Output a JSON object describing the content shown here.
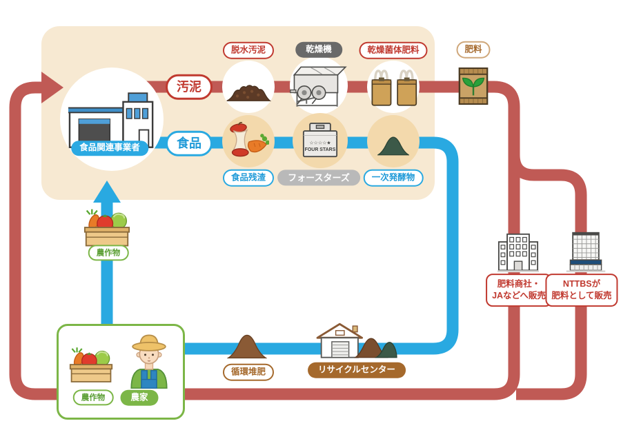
{
  "factory": {
    "label": "食品関連事業者"
  },
  "flows": {
    "sludge_label": "汚泥",
    "food_label": "食品"
  },
  "sludge_row": {
    "dewatered_sludge": "脱水汚泥",
    "dryer": "乾燥機",
    "dried_microbial_fertilizer": "乾燥菌体肥料",
    "fertilizer": "肥料"
  },
  "food_row": {
    "food_residue": "食品残渣",
    "four_stars": "フォースターズ",
    "primary_fermented": "一次発酵物"
  },
  "four_stars_machine": {
    "stars": "☆☆☆☆★",
    "name": "FOUR STARS"
  },
  "crops_top": {
    "label": "農作物"
  },
  "sales": {
    "trader": {
      "line1": "肥料商社・",
      "line2": "JAなどへ販売"
    },
    "nttbs": {
      "line1": "NTTBSが",
      "line2": "肥料として販売"
    }
  },
  "bottom_row": {
    "compost": "循環堆肥",
    "recycle_center": "リサイクルセンター"
  },
  "farm": {
    "crops_label": "農作物",
    "farmer_label": "農家"
  },
  "colors": {
    "flow_red": "#c05a55",
    "flow_blue": "#29a9e1",
    "accent_red": "#c0392f",
    "panel_beige": "#f7e9d2",
    "circle_tan": "#f3d9ac",
    "green": "#7cb647",
    "brown": "#a5692c",
    "dark_pill": "#696969",
    "gray_pill": "#b9b9b9"
  },
  "icons": {
    "factory": "factory-building-icon",
    "sludge": "sludge-pile-icon",
    "dryer": "dryer-machine-icon",
    "bags": "fertilizer-bags-icon",
    "bag": "fertilizer-bag-icon",
    "food_waste": "food-waste-icon",
    "machine": "four-stars-machine-icon",
    "mound_green": "fermented-mound-icon",
    "crate": "vegetable-crate-icon",
    "office": "office-building-icon",
    "tower": "nttbs-building-icon",
    "mound_brown": "compost-mound-icon",
    "warehouse": "recycle-center-icon",
    "farmer": "farmer-icon"
  }
}
